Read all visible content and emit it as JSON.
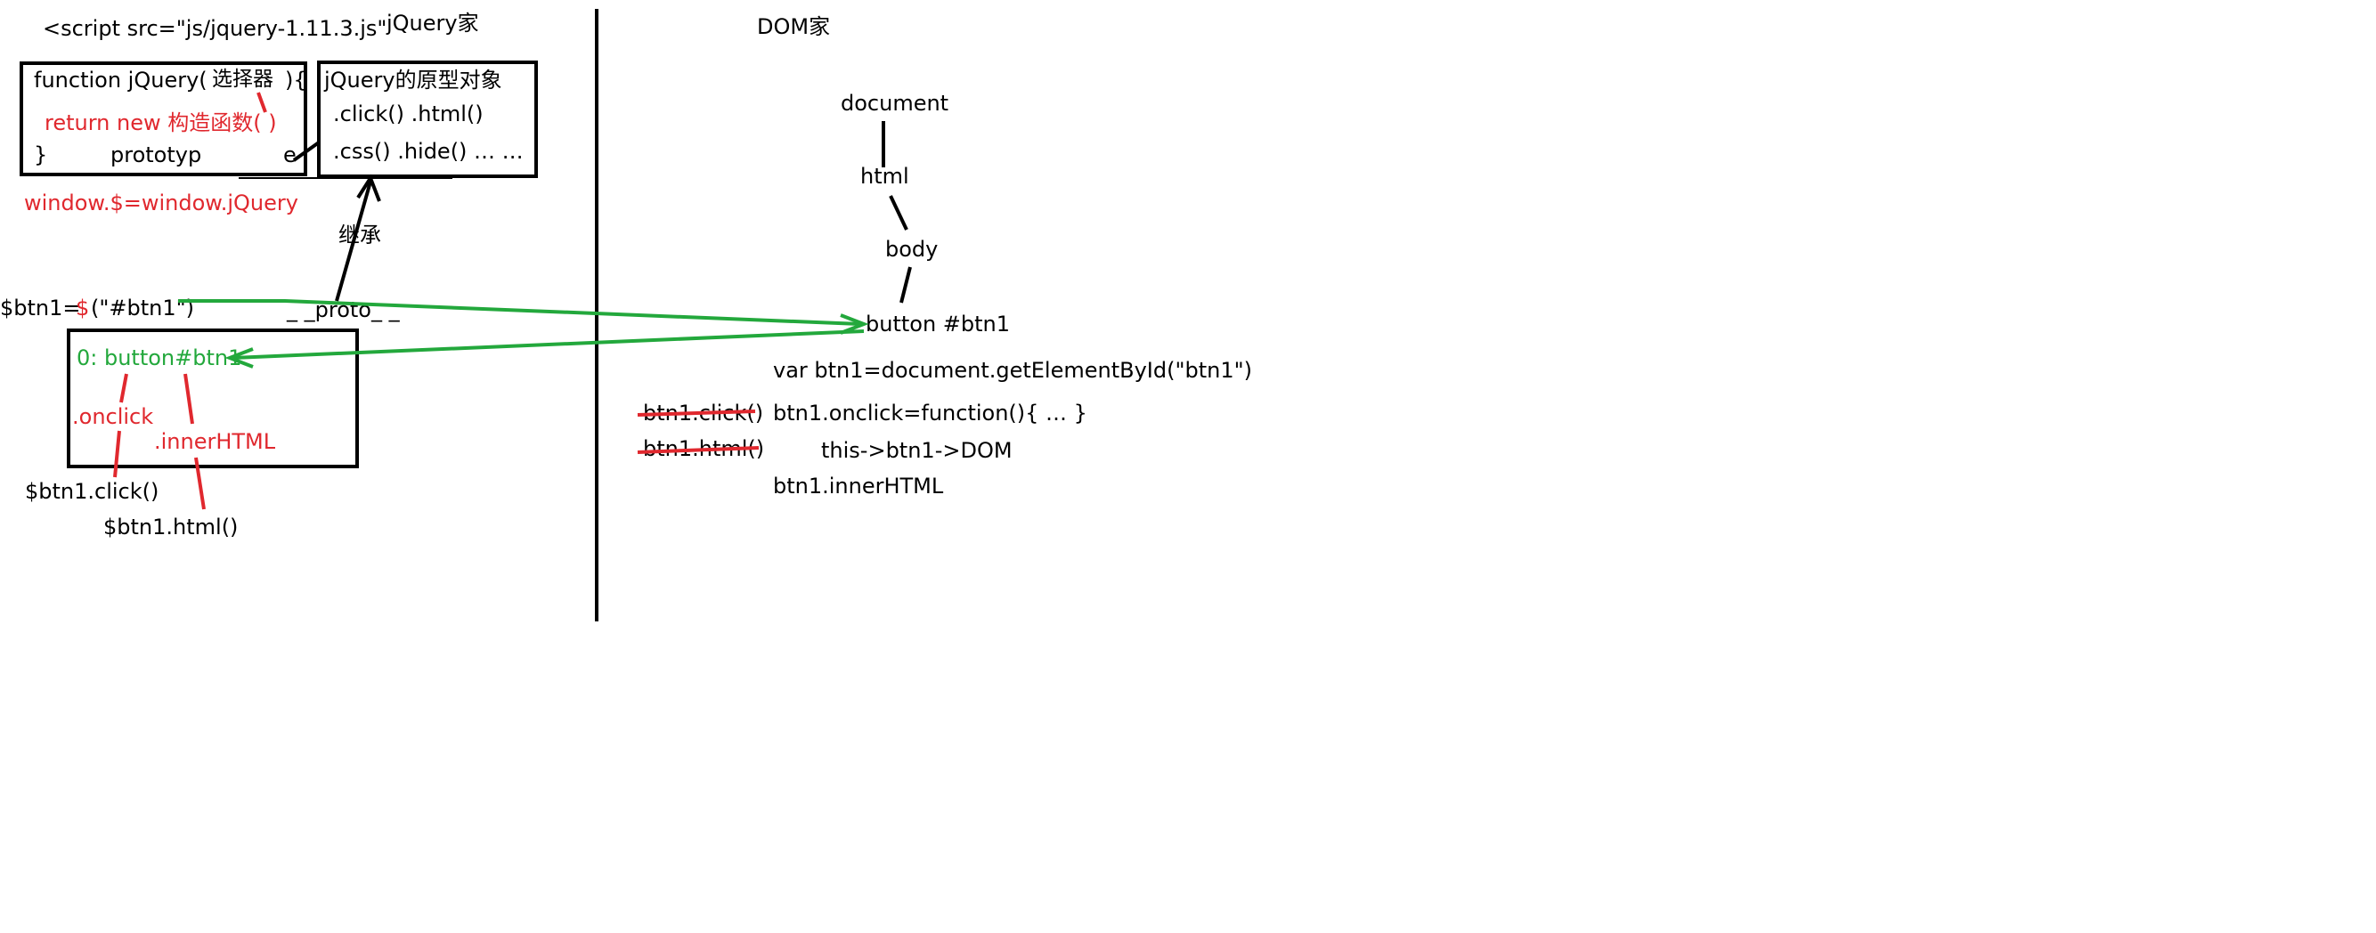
{
  "colors": {
    "black": "#000000",
    "red": "#e0282e",
    "green": "#23a83c"
  },
  "jquery_side": {
    "script_tag": "<script src=\"js/jquery-1.11.3.js\"",
    "heading": "jQuery家",
    "function_box": {
      "line1_prefix": "function jQuery(",
      "line1_param": "选择器",
      "line1_suffix": "){",
      "line2": "return new 构造函数( )",
      "line3_brace": "}",
      "line3_prototype": "prototyp",
      "line3_tail": "e"
    },
    "prototype_box": {
      "title": "jQuery的原型对象",
      "line1": ".click()   .html()",
      "line2": ".css()  .hide() … …"
    },
    "window_alias": "window.$=window.jQuery",
    "inherit_label": "继承",
    "proto_label": "_ _proto_ _",
    "btn_assign_prefix": "$btn1=",
    "btn_assign_dollar": "$",
    "btn_assign_arg": "(\"#btn1\")",
    "object_box": {
      "element_line": "0: button#btn1",
      "onclick": ".onclick",
      "innerhtml": ".innerHTML"
    },
    "click_call": "$btn1.click()",
    "html_call": "$btn1.html()"
  },
  "dom_side": {
    "heading": "DOM家",
    "tree": {
      "document": "document",
      "html": "html",
      "body": "body",
      "button": "button #btn1"
    },
    "get_element": "var btn1=document.getElementById(\"btn1\")",
    "struck_click": "btn1.click()",
    "onclick_assign": "btn1.onclick=function(){ … }",
    "struck_html": "btn1.html()",
    "this_note": "this->btn1->DOM",
    "inner_html": "btn1.innerHTML"
  }
}
